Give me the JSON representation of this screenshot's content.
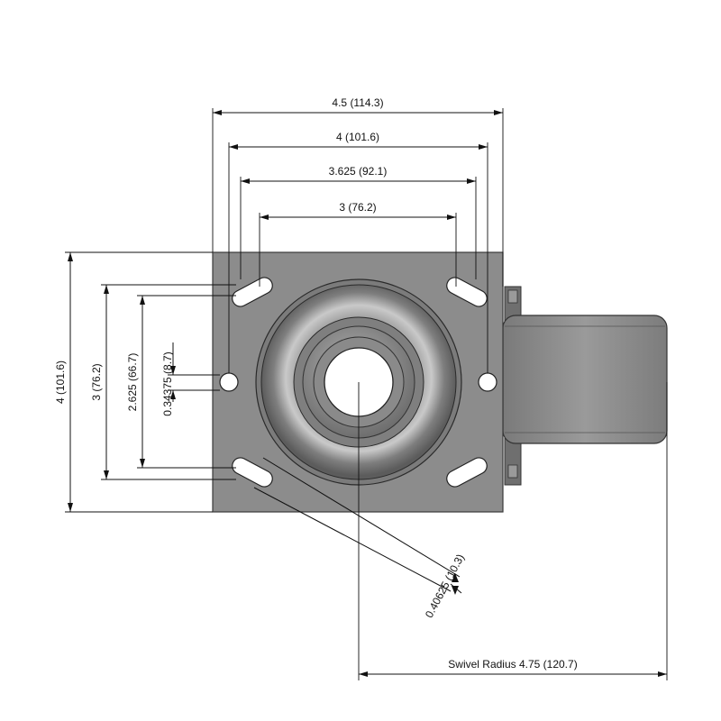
{
  "dimensions": {
    "plate_width": "4.5 (114.3)",
    "bolt_spacing_outer_h": "4 (101.6)",
    "slot_spacing_h": "3.625 (92.1)",
    "bolt_spacing_inner_h": "3 (76.2)",
    "plate_height": "4 (101.6)",
    "bolt_spacing_v": "3 (76.2)",
    "slot_spacing_v": "2.625 (66.7)",
    "hole_offset": "0.34375 (8.7)",
    "slot_width": "0.40625 (10.3)",
    "swivel_radius": "Swivel Radius 4.75 (120.7)"
  },
  "colors": {
    "plate": "#8c8c8c",
    "plate_edge": "#3a3a3a",
    "wheel": "#8e8e8e",
    "line": "#111111",
    "hole": "#ffffff"
  }
}
